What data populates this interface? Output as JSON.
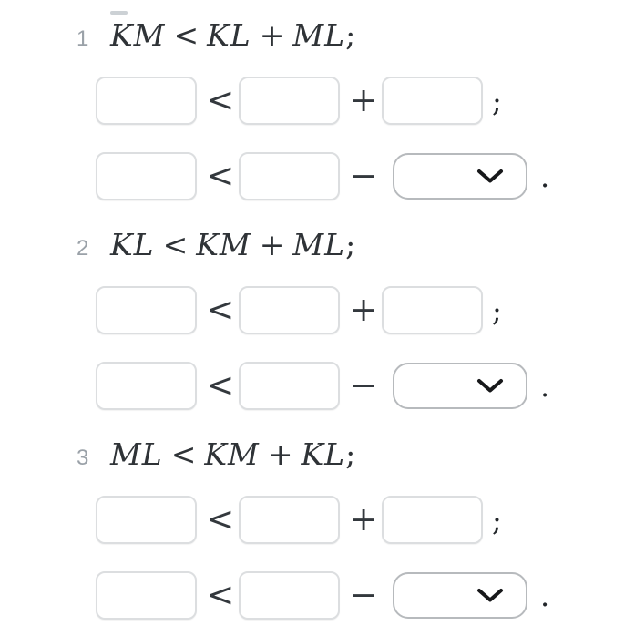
{
  "page": {
    "background": "#ffffff"
  },
  "colors": {
    "formula_text": "#2f3337",
    "item_number": "#9aa1a8",
    "input_border": "#dcdee0",
    "dropdown_border": "#b7babd",
    "chevron": "#17181a"
  },
  "operators": {
    "less_than": "<",
    "plus": "+",
    "minus": "−",
    "semicolon": ";",
    "period": "."
  },
  "items": [
    {
      "number": "1",
      "formula": {
        "lhs": "KM",
        "lt": "<",
        "term1": "KL",
        "plus": "+",
        "term2": "ML",
        "punct": ";"
      }
    },
    {
      "number": "2",
      "formula": {
        "lhs": "KL",
        "lt": "<",
        "term1": "KM",
        "plus": "+",
        "term2": "ML",
        "punct": ";"
      }
    },
    {
      "number": "3",
      "formula": {
        "lhs": "ML",
        "lt": "<",
        "term1": "KM",
        "plus": "+",
        "term2": "KL",
        "punct": ";"
      }
    }
  ],
  "fields": {
    "text_input_value": "",
    "dropdown_selected": ""
  },
  "icons": {
    "dropdown_chevron": "chevron-down"
  }
}
